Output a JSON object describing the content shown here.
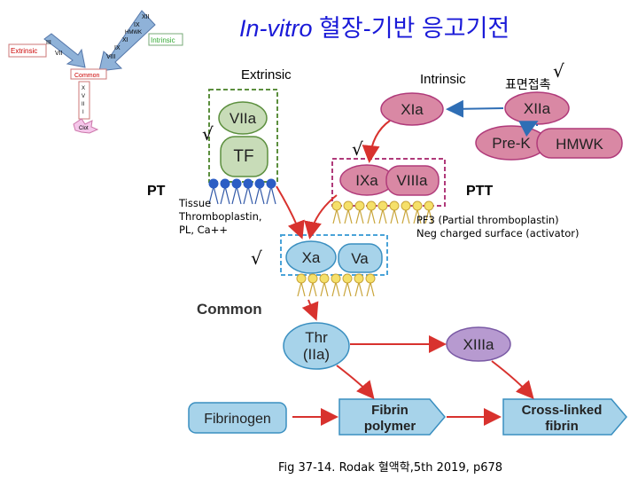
{
  "title": {
    "italic": "In-vitro",
    "rest": " 혈장-기반  응고기전"
  },
  "labels": {
    "extrinsic": "Extrinsic",
    "intrinsic": "Intrinsic",
    "surface_contact": "표면접촉",
    "pt": "PT",
    "ptt": "PTT",
    "common": "Common",
    "tissue_line1": "Tissue",
    "tissue_line2": "Thromboplastin,",
    "tissue_line3": "PL, Ca++",
    "pf3_line1": "PF3 (Partial thromboplastin)",
    "pf3_line2": "Neg charged surface (activator)",
    "caption": "Fig 37-14. Rodak 혈액학,5th 2019, p678",
    "check": "√"
  },
  "factors": {
    "viia": "VIIa",
    "tf": "TF",
    "xia": "XIa",
    "xiia": "XIIa",
    "prek": "Pre-K",
    "hmwk": "HMWK",
    "ixa": "IXa",
    "viiia": "VIIIa",
    "xa": "Xa",
    "va": "Va",
    "thr_line1": "Thr",
    "thr_line2": "(IIa)",
    "xiiia": "XIIIa",
    "fibrinogen": "Fibrinogen",
    "fibrin_line1": "Fibrin",
    "fibrin_line2": "polymer",
    "crosslinked_line1": "Cross-linked",
    "crosslinked_line2": "fibrin"
  },
  "thumbnail": {
    "extrinsic": "Extrinsic",
    "intrinsic": "Intrinsic",
    "common": "Common",
    "xii": "XII",
    "ix1": "IX",
    "hmwk": "HMWK",
    "xi": "XI",
    "ix2": "IX",
    "viii": "VIII",
    "iii": "III",
    "vii": "VII",
    "x": "X",
    "v": "V",
    "ii": "II",
    "i": "I",
    "clot": "Clot"
  },
  "colors": {
    "title": "#1a1ad8",
    "green_fill": "#c8dcb8",
    "pink_fill": "#d988a4",
    "blue_fill": "#a7d3ea",
    "purple_fill": "#b79ad0",
    "arrow_red": "#d8322e",
    "arrow_blue": "#2f6eb5",
    "box_green": "#5c8f3e",
    "box_pink": "#b03a7a",
    "box_blue": "#4aa3d8"
  }
}
